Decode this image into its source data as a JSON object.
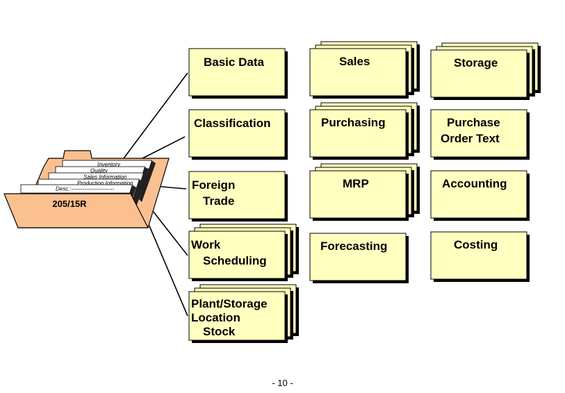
{
  "colors": {
    "box_fill": "#ffffc0",
    "shadow": "#000000",
    "folder_fill": "#fac090",
    "line": "#000000"
  },
  "folder": {
    "label": "205/15R",
    "tabs": [
      "Inventory",
      "Quality",
      "Sales Information",
      "Production Information",
      "Desc.:-----------------------"
    ]
  },
  "views": {
    "basic_data": {
      "lines": [
        "Basic Data"
      ],
      "stacked": false
    },
    "classification": {
      "lines": [
        "Classification"
      ],
      "stacked": false
    },
    "foreign_trade": {
      "lines": [
        "Foreign",
        "Trade"
      ],
      "stacked": false
    },
    "work_scheduling": {
      "lines": [
        "Work",
        "Scheduling"
      ],
      "stacked": true
    },
    "plant_storage": {
      "lines": [
        "Plant/Storage",
        "Location",
        "Stock"
      ],
      "stacked": true
    },
    "sales": {
      "lines": [
        "Sales"
      ],
      "stacked": true
    },
    "purchasing": {
      "lines": [
        "Purchasing"
      ],
      "stacked": true
    },
    "mrp": {
      "lines": [
        "MRP"
      ],
      "stacked": true
    },
    "forecasting": {
      "lines": [
        "Forecasting"
      ],
      "stacked": false
    },
    "storage": {
      "lines": [
        "Storage"
      ],
      "stacked": true
    },
    "purchase_order_text": {
      "lines": [
        "Purchase",
        "Order Text"
      ],
      "stacked": false
    },
    "accounting": {
      "lines": [
        "Accounting"
      ],
      "stacked": false
    },
    "costing": {
      "lines": [
        "Costing"
      ],
      "stacked": false
    }
  },
  "page_number": "- 10 -"
}
